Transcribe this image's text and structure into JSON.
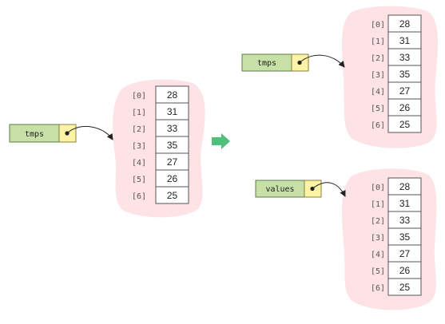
{
  "colors": {
    "blob": "#fde3e6",
    "cell_border": "#555555",
    "var_label_fill": "#c6e0a8",
    "var_label_stroke": "#5e7c44",
    "ref_box_fill": "#fdf3a6",
    "ref_box_stroke": "#8a7f3a",
    "transform_arrow": "#4ec07a",
    "index_text": "#555555",
    "value_text": "#222222",
    "connector": "#222222"
  },
  "indices": [
    "[0]",
    "[1]",
    "[2]",
    "[3]",
    "[4]",
    "[5]",
    "[6]"
  ],
  "before": {
    "variables": [
      {
        "name": "tmps",
        "points_to": 0
      }
    ],
    "arrays": [
      {
        "values": [
          "28",
          "31",
          "33",
          "35",
          "27",
          "26",
          "25"
        ]
      }
    ]
  },
  "transition_icon": "right-arrow-icon",
  "after": {
    "variables": [
      {
        "name": "tmps",
        "points_to": 0
      },
      {
        "name": "values",
        "points_to": 1
      }
    ],
    "arrays": [
      {
        "values": [
          "28",
          "31",
          "33",
          "35",
          "27",
          "26",
          "25"
        ]
      },
      {
        "values": [
          "28",
          "31",
          "33",
          "35",
          "27",
          "26",
          "25"
        ]
      }
    ]
  }
}
